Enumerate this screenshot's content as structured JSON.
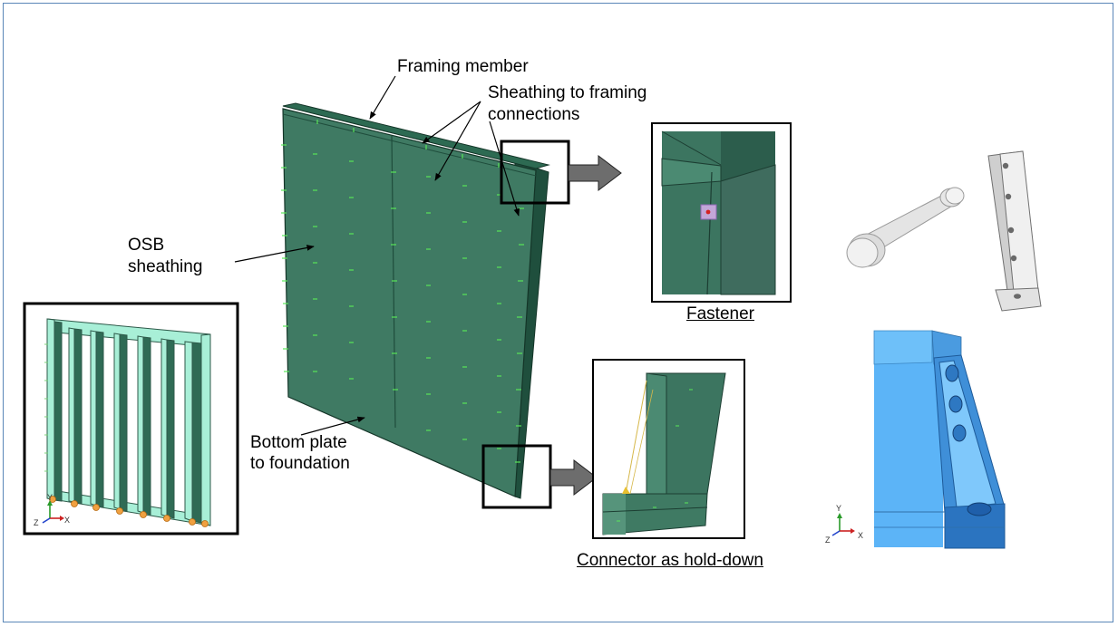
{
  "labels": {
    "framing_member": "Framing member",
    "sheathing_connections_line1": "Sheathing to framing",
    "sheathing_connections_line2": "connections",
    "osb_line1": "OSB",
    "osb_line2": "sheathing",
    "bottom_plate_line1": "Bottom plate",
    "bottom_plate_line2": "to foundation",
    "fastener": "Fastener",
    "connector": "Connector as hold-down"
  },
  "triads": {
    "left": {
      "y": "Y",
      "z": "Z",
      "x": "X"
    },
    "right": {
      "y": "Y",
      "z": "Z",
      "x": "X"
    }
  },
  "colors": {
    "border": "#5a86b8",
    "panel_green": "#3f7a63",
    "frame_mint": "#a8efd7",
    "bolt_grey": "#e4e4e4",
    "holdown_blue": "#58aef5",
    "arrow_grey": "#6d6d6d",
    "fastener_green": "#4ee24e"
  }
}
